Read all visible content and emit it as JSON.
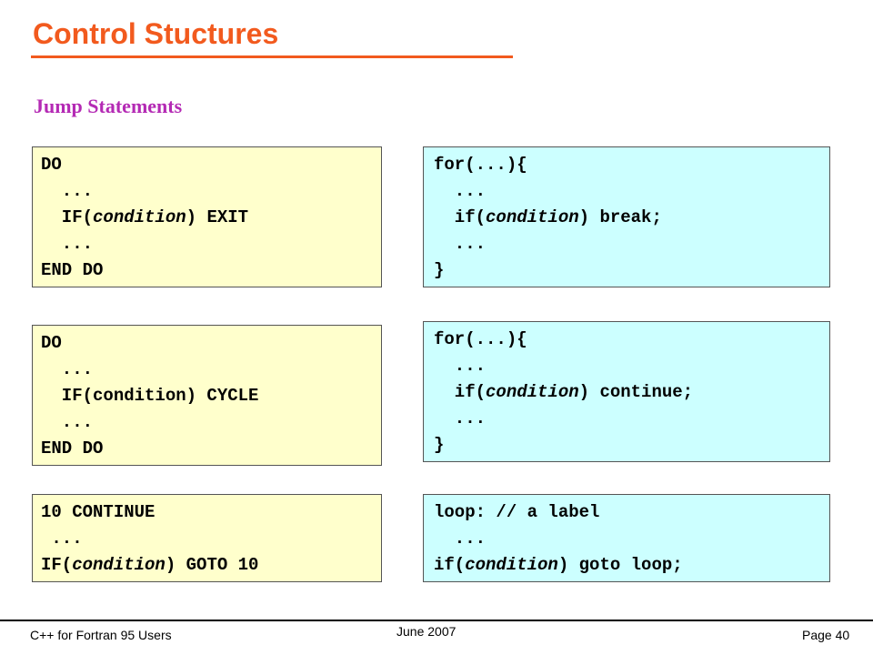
{
  "slide": {
    "title": "Control Stuctures",
    "subtitle": "Jump Statements",
    "colors": {
      "title": "#f25a1e",
      "subtitle": "#b42ab4",
      "fortran_box": "#ffffcc",
      "cpp_box": "#ccffff"
    }
  },
  "boxes": {
    "exit_fortran": {
      "l1": "DO",
      "l2": "  ...",
      "l3a": "  IF(",
      "l3b": "condition",
      "l3c": ") EXIT",
      "l4": "  ...",
      "l5": "END DO"
    },
    "break_cpp": {
      "l1": "for(...){",
      "l2": "  ...",
      "l3a": "  if(",
      "l3b": "condition",
      "l3c": ") break;",
      "l4": "  ...",
      "l5": "}"
    },
    "cycle_fortran": {
      "l1": "DO",
      "l2": "  ...",
      "l3": "  IF(condition) CYCLE",
      "l4": "  ...",
      "l5": "END DO"
    },
    "continue_cpp": {
      "l1": "for(...){",
      "l2": "  ...",
      "l3a": "  if(",
      "l3b": "condition",
      "l3c": ") continue;",
      "l4": "  ...",
      "l5": "}"
    },
    "goto_fortran": {
      "l1": "10 CONTINUE",
      "l2": " ...",
      "l3a": "IF(",
      "l3b": "condition",
      "l3c": ") GOTO 10"
    },
    "goto_cpp": {
      "l1": "loop: // a label",
      "l2": "  ...",
      "l3a": "if(",
      "l3b": "condition",
      "l3c": ") goto loop;"
    }
  },
  "footer": {
    "left": "C++ for Fortran 95 Users",
    "center": "June 2007",
    "right": "Page 40"
  }
}
